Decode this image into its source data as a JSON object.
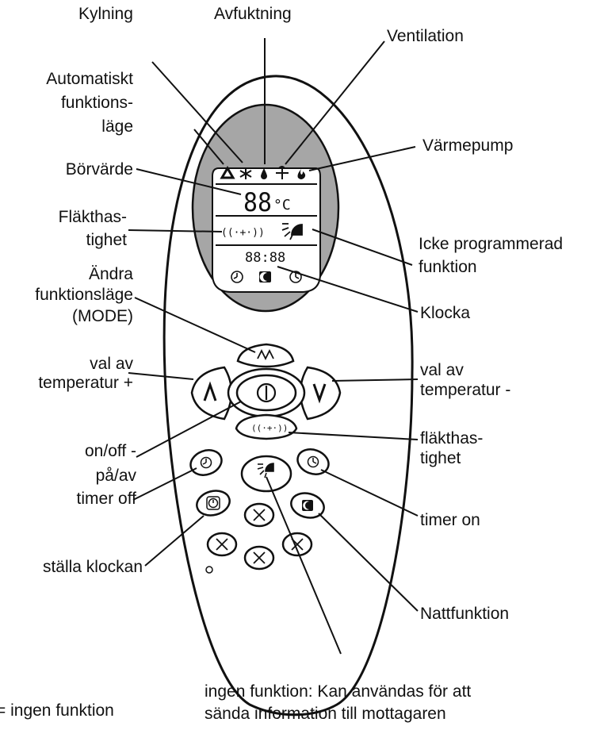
{
  "labels": {
    "kylning": "Kylning",
    "avfuktning": "Avfuktning",
    "ventilation": "Ventilation",
    "auto_1": "Automatiskt",
    "auto_2": "funktions-",
    "auto_3": "läge",
    "varmepump": "Värmepump",
    "borvarde": "Börvärde",
    "flakt_1": "Fläkthas-",
    "flakt_2": "tighet",
    "icke_1": "Icke programmerad",
    "icke_2": "funktion",
    "andra_1": "Ändra",
    "andra_2": "funktionsläge",
    "andra_3": "(MODE)",
    "klocka": "Klocka",
    "tempplus_1": "val av",
    "tempplus_2": "temperatur +",
    "tempminus_1": "val av",
    "tempminus_2": "temperatur -",
    "onoff_1": "on/off -",
    "onoff_2": "på/av",
    "flakthas_btn_1": "fläkthas-",
    "flakthas_btn_2": "tighet",
    "timeroff": "timer off",
    "timeron": "timer on",
    "stalla": "ställa klockan",
    "natt": "Nattfunktion",
    "ingen_1": "ingen funktion: Kan användas för att",
    "ingen_2": "sända information till mottagaren",
    "legend": "= ingen funktion"
  },
  "display": {
    "setpoint": "88",
    "unit": "°C",
    "clock": "88:88",
    "fan_icon": "((·+·))"
  },
  "buttons": {
    "mode_symbol": "ʌʌ",
    "up_symbol": "ʌ",
    "down_symbol": "v",
    "fan_symbol": "((·+·))"
  },
  "icons": {
    "auto": "triangle-icon",
    "cooling": "snowflake-icon",
    "dehumidify": "drop-icon",
    "ventilation": "fan-icon",
    "heatpump": "flame-icon",
    "power": "power-icon",
    "timer": "clock-icon",
    "night": "moon-icon",
    "empty": "x-icon"
  },
  "colors": {
    "remote_body": "#ffffff",
    "display_frame": "#a6a6a6",
    "display_screen": "#ffffff",
    "ink": "#111111"
  }
}
